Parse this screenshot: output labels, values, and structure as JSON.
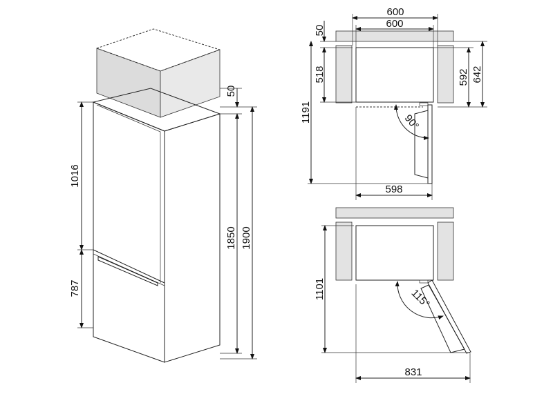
{
  "title": "Fridge installation dimensions diagram",
  "colors": {
    "line": "#222222",
    "niche_fill": "#e3e3e3"
  },
  "left_view": {
    "upper_door_height": "1016",
    "lower_door_height": "787",
    "top_clearance": "50",
    "appliance_height": "1850",
    "niche_height": "1900"
  },
  "top_view_90": {
    "niche_width": "600",
    "appliance_width": "600",
    "rear_clearance": "50",
    "depth_body": "518",
    "depth_total_open": "1191",
    "depth_with_door": "592",
    "niche_depth": "642",
    "door_angle": "90°",
    "width_door_open": "598"
  },
  "top_view_115": {
    "depth_total_open": "1101",
    "door_angle": "115°",
    "width_door_open": "831"
  }
}
